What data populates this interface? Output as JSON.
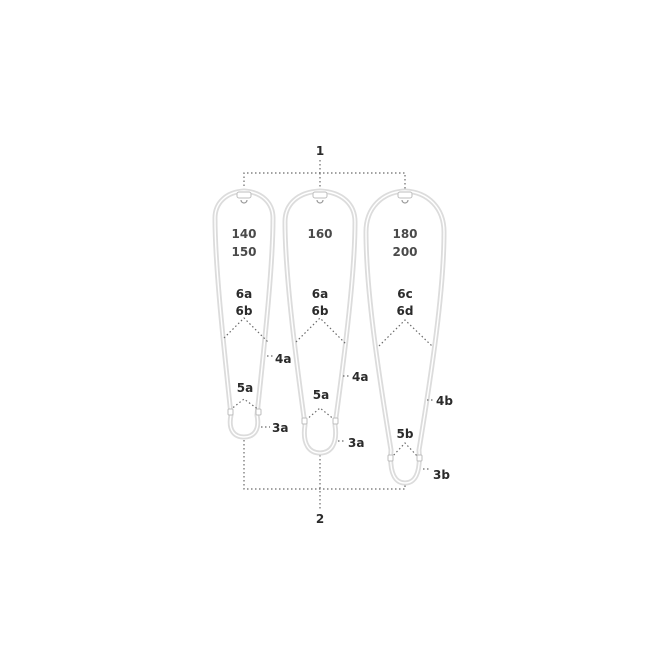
{
  "callouts": {
    "top": "1",
    "bottom": "2"
  },
  "frames": [
    {
      "sizes": [
        "140",
        "150"
      ],
      "upper_parts": [
        "6a",
        "6b"
      ],
      "lower_part": "5a",
      "side_part": "4a",
      "tip_part": "3a"
    },
    {
      "sizes": [
        "160"
      ],
      "upper_parts": [
        "6a",
        "6b"
      ],
      "lower_part": "5a",
      "side_part": "4a",
      "tip_part": "3a"
    },
    {
      "sizes": [
        "180",
        "200"
      ],
      "upper_parts": [
        "6c",
        "6d"
      ],
      "lower_part": "5b",
      "side_part": "4b",
      "tip_part": "3b"
    }
  ]
}
